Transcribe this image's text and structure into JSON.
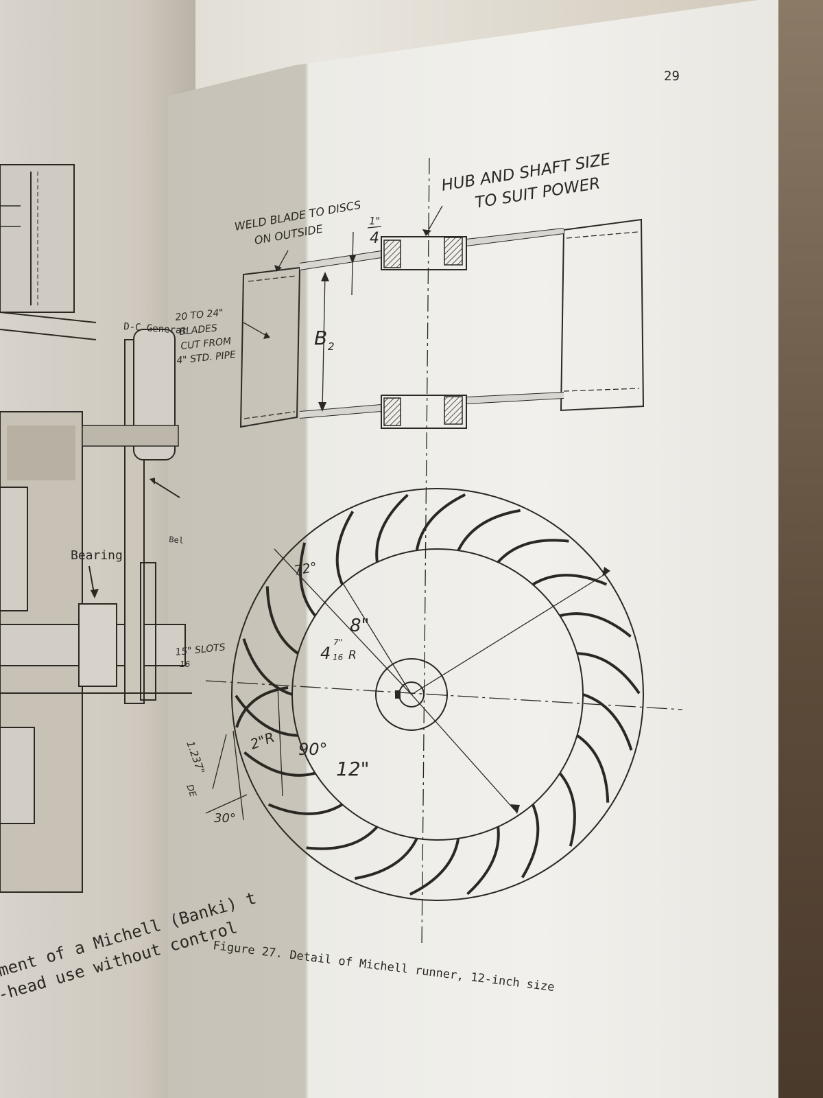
{
  "left_page": {
    "labels": {
      "generator": "D-C Generat",
      "bearing": "Bearing",
      "belt": "Bel",
      "slots": "15\" SLOTS",
      "slots_sub": "16",
      "angle_1237": "1.237\"",
      "blade": "DE"
    },
    "caption_line1": "ment of a Michell (Banki) t",
    "caption_line2": "-head use without control"
  },
  "right_page": {
    "page_number": "29",
    "annotations": {
      "hub_line1": "HUB AND SHAFT SIZE",
      "hub_line2": "TO SUIT POWER",
      "weld_line1": "WELD BLADE TO DISCS",
      "weld_line2": "ON OUTSIDE",
      "thickness": "1\"",
      "thickness_den": "4",
      "blades_line1": "20 TO 24\"",
      "blades_line2": "BLADES",
      "blades_line3": "CUT FROM",
      "blades_line4": "4\" STD. PIPE",
      "b2": "B",
      "b2_sub": "2",
      "angle_72": "72°",
      "dim_8": "8\"",
      "dim_4_r_whole": "4",
      "dim_4_r_num": "7\"",
      "dim_4_r_den": "16",
      "dim_4_r_suffix": "R",
      "angle_90": "90°",
      "dim_12": "12\"",
      "radius_2": "2\"R",
      "angle_30": "30°"
    },
    "caption": "Figure 27. Detail of Michell runner, 12-inch size"
  }
}
